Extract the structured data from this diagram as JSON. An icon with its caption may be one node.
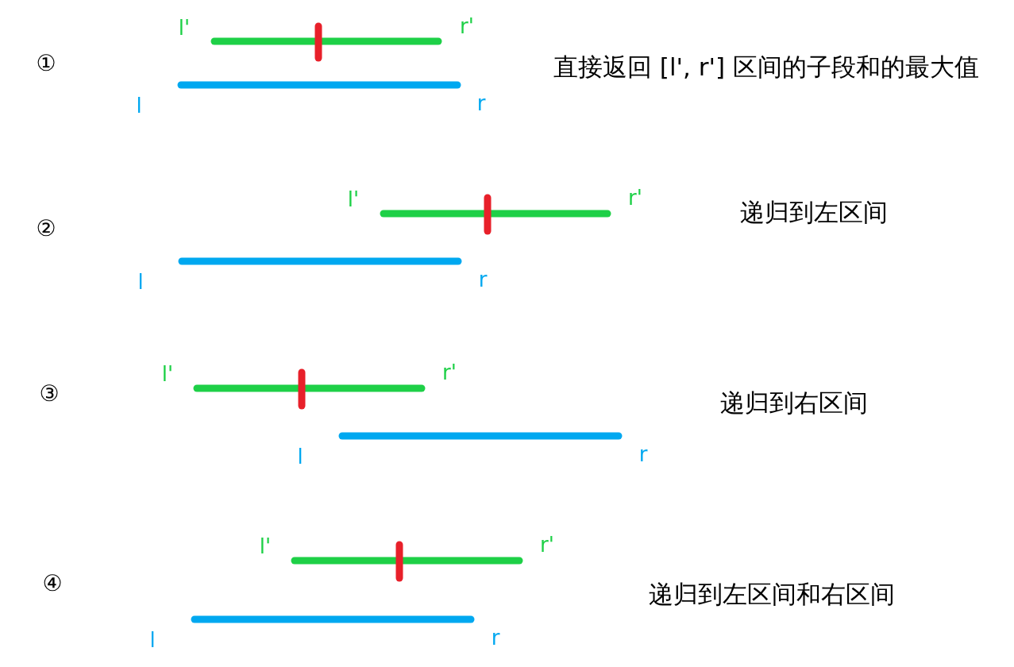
{
  "diagram": {
    "labels": [
      "①",
      "l'",
      "r'",
      "直接返回 [l', r'] 区间的子段和的最大值",
      "l",
      "r",
      "②",
      "l'",
      "r'",
      "递归到左区间",
      "l",
      "r",
      "③",
      "l'",
      "r'",
      "递归到右区间",
      "l",
      "r",
      "④",
      "l'",
      "r'",
      "递归到左区间和右区间",
      "l",
      "r"
    ]
  }
}
